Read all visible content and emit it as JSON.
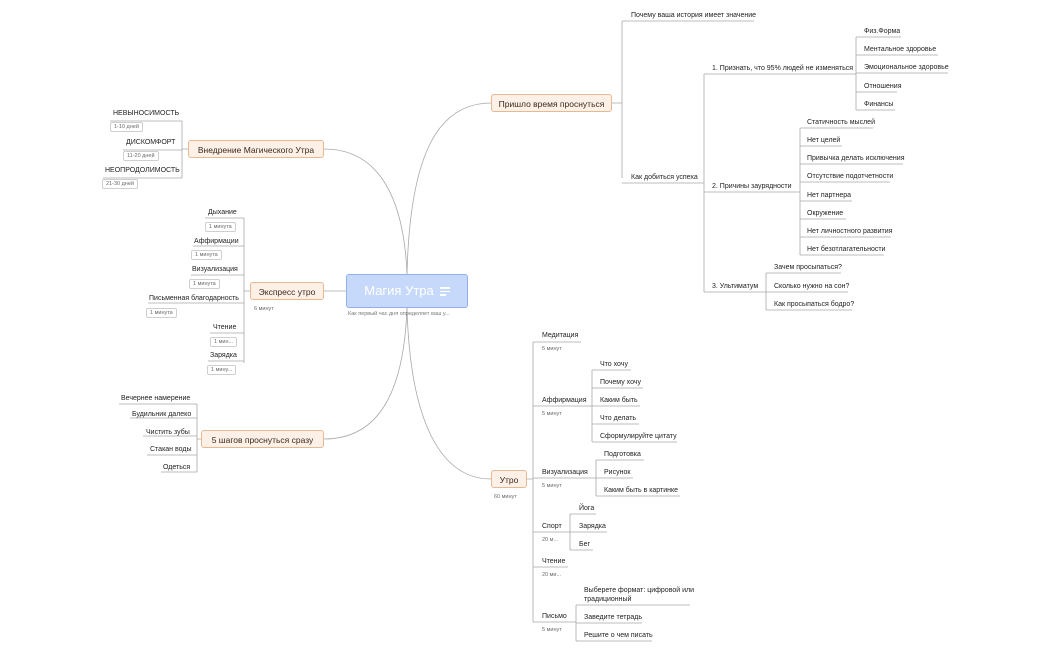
{
  "root": {
    "title": "Магия Утра",
    "subtitle": "Как первый час дня определяет ваш у..."
  },
  "wake": {
    "title": "Пришло время проснуться",
    "why": "Почему ваша история имеет значение",
    "success": "Как добиться успеха",
    "admit": "1. Признать, что 95% людей не изменяться",
    "admit_items": [
      "Физ.Форма",
      "Ментальное здоровье",
      "Эмоциональное здоровье",
      "Отношения",
      "Финансы"
    ],
    "causes": "2. Причины заурядности",
    "causes_items": [
      "Статичность мыслей",
      "Нет целей",
      "Привычка делать исключения",
      "Отсутствие подотчетности",
      "Нет партнера",
      "Окружение",
      "Нет личностного развития",
      "Нет безотлагательности"
    ],
    "ultimatum": "3. Ультиматум",
    "ultimatum_items": [
      "Зачем просыпаться?",
      "Сколько нужно на сон?",
      "Как просыпаться бодро?"
    ]
  },
  "implement": {
    "title": "Внедрение Магического Утра",
    "stages": [
      {
        "label": "НЕВЫНОСИМОСТЬ",
        "note": "1-10 дней"
      },
      {
        "label": "ДИСКОМФОРТ",
        "note": "11-20 дней"
      },
      {
        "label": "НЕОПРОДОЛИМОСТЬ",
        "note": "21-30 дней"
      }
    ]
  },
  "express": {
    "title": "Экспресс утро",
    "note": "6 минут",
    "items": [
      {
        "label": "Дыхание",
        "note": "1 минута"
      },
      {
        "label": "Аффирмации",
        "note": "1 минута"
      },
      {
        "label": "Визуализация",
        "note": "1 минута"
      },
      {
        "label": "Письменная благодарность",
        "note": "1 минута"
      },
      {
        "label": "Чтение",
        "note": "1 мин..."
      },
      {
        "label": "Зарядка",
        "note": "1 мину..."
      }
    ]
  },
  "five": {
    "title": "5 шагов проснуться сразу",
    "items": [
      "Вечернее намерение",
      "Будильник далеко",
      "Чистить зубы",
      "Стакан воды",
      "Одеться"
    ]
  },
  "morning": {
    "title": "Утро",
    "note": "60 минут",
    "meditation": {
      "label": "Медитация",
      "note": "5 минут"
    },
    "affirmation": {
      "label": "Аффирмация",
      "note": "5 минут",
      "items": [
        "Что хочу",
        "Почему хочу",
        "Каким быть",
        "Что делать",
        "Сформулируйте цитату"
      ]
    },
    "visualization": {
      "label": "Визуализация",
      "note": "5 минут",
      "items": [
        "Подготовка",
        "Рисунок",
        "Каким быть в картинке"
      ]
    },
    "sport": {
      "label": "Спорт",
      "note": "20 м...",
      "items": [
        "Йога",
        "Зарядка",
        "Бег"
      ]
    },
    "reading": {
      "label": "Чтение",
      "note": "20 ми..."
    },
    "writing": {
      "label": "Письмо",
      "note": "5 минут",
      "items": [
        "Выберете формат: цифровой или традиционный",
        "Заведите тетрадь",
        "Решите о чем писать"
      ]
    }
  },
  "colors": {
    "root_fill": "#c6d9fb",
    "topic_fill": "#fdf0e6",
    "topic_border": "#e6b893",
    "line": "#a8a8a8"
  }
}
